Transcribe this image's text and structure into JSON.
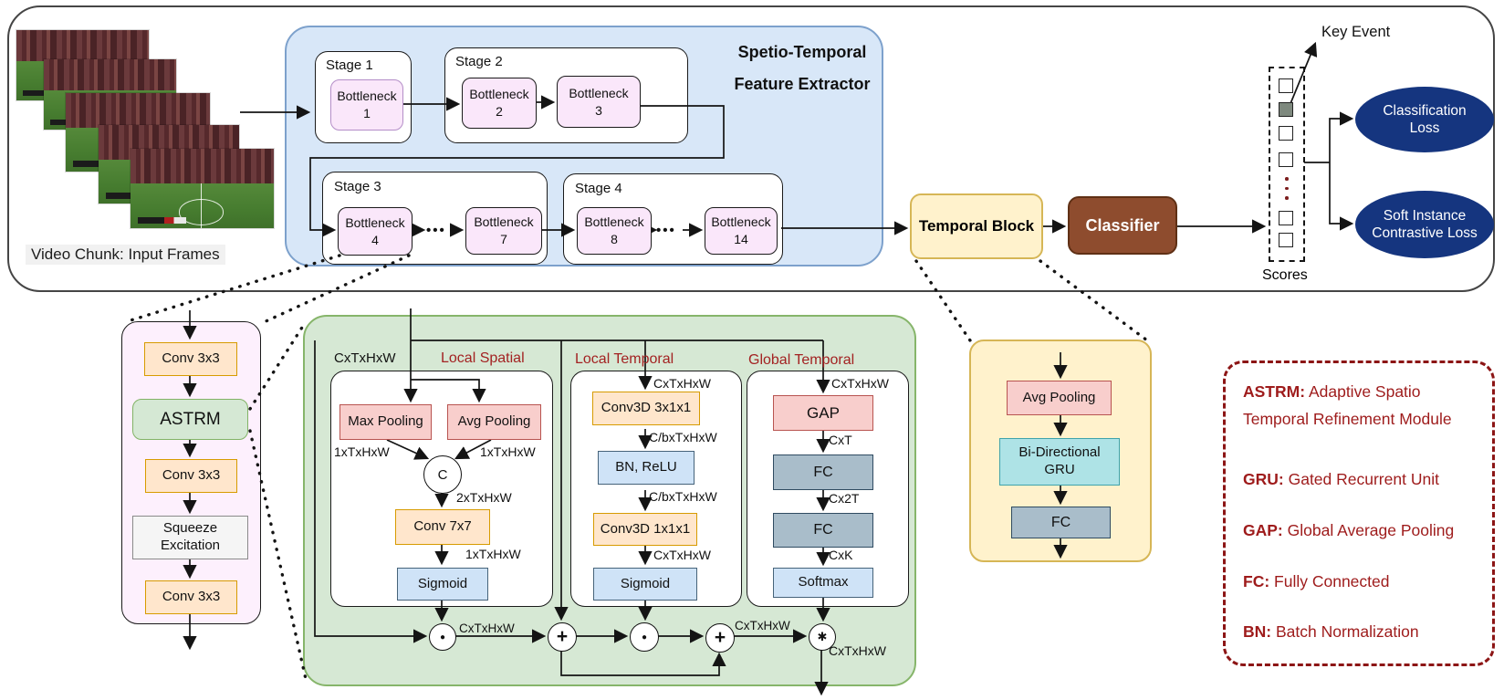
{
  "colors": {
    "extractor_bg": "#d8e7f8",
    "bottleneck_fill": "#fae7fa",
    "astrm_green": "#d5e8d4",
    "temporal_yellow": "#fff2cc",
    "classifier_brown": "#8e4c2e",
    "loss_navy": "#15357f",
    "legend_red": "#9e1b1b",
    "pool_pink": "#f8cecc",
    "conv_orange": "#ffe6cc",
    "activation_blue": "#cfe3f7",
    "fc_gray": "#a9bdca",
    "gru_teal": "#aee3e6",
    "score_gray": "#7e897e"
  },
  "input": {
    "label": "Video Chunk: Input Frames"
  },
  "extractor": {
    "title": "Spetio-Temporal\nFeature Extractor",
    "stage1": "Stage 1",
    "stage2": "Stage 2",
    "stage3": "Stage 3",
    "stage4": "Stage 4",
    "b1": "Bottleneck\n1",
    "b2": "Bottleneck\n2",
    "b3": "Bottleneck\n3",
    "b4": "Bottleneck\n4",
    "b7": "Bottleneck\n7",
    "b8": "Bottleneck\n8",
    "b14": "Bottleneck\n14",
    "ellipsis": "•••"
  },
  "pipeline": {
    "temporal_block": "Temporal Block",
    "classifier": "Classifier",
    "scores": "Scores",
    "key_event": "Key Event",
    "loss1": "Classification\nLoss",
    "loss2": "Soft Instance\nContrastive Loss"
  },
  "bottleneck_detail": {
    "conv1": "Conv 3x3",
    "astrm": "ASTRM",
    "conv2": "Conv 3x3",
    "se": "Squeeze\nExcitation",
    "conv3": "Conv 3x3"
  },
  "astrm": {
    "in_dim": "CxTxHxW",
    "ls": {
      "title": "Local Spatial",
      "max": "Max Pooling",
      "avg": "Avg Pooling",
      "d_max": "1xTxHxW",
      "d_avg": "1xTxHxW",
      "d_cat": "2xTxHxW",
      "conv": "Conv 7x7",
      "d_conv": "1xTxHxW",
      "sigmoid": "Sigmoid"
    },
    "lt": {
      "title": "Local Temporal",
      "d_in": "CxTxHxW",
      "conv1": "Conv3D 3x1x1",
      "d1": "C/bxTxHxW",
      "bn": "BN, ReLU",
      "d2": "C/bxTxHxW",
      "conv2": "Conv3D 1x1x1",
      "d3": "CxTxHxW",
      "sigmoid": "Sigmoid"
    },
    "gt": {
      "title": "Global Temporal",
      "d_in": "CxTxHxW",
      "gap": "GAP",
      "d1": "CxT",
      "fc1": "FC",
      "d2": "Cx2T",
      "fc2": "FC",
      "d3": "CxK",
      "softmax": "Softmax"
    },
    "ops": {
      "concat": "C",
      "mul": "●",
      "add": "+",
      "conv": "✱"
    },
    "d_fuse1": "CxTxHxW",
    "d_fuse2": "CxTxHxW",
    "d_out": "CxTxHxW"
  },
  "temporal_detail": {
    "avg": "Avg Pooling",
    "gru": "Bi-Directional\nGRU",
    "fc": "FC"
  },
  "legend": {
    "items": [
      {
        "abbr": "ASTRM:",
        "desc": "Adaptive Spatio Temporal Refinement Module"
      },
      {
        "abbr": "GRU:",
        "desc": "Gated Recurrent Unit"
      },
      {
        "abbr": "GAP:",
        "desc": "Global Average Pooling"
      },
      {
        "abbr": "FC:",
        "desc": "Fully Connected"
      },
      {
        "abbr": "BN:",
        "desc": "Batch Normalization"
      }
    ]
  }
}
